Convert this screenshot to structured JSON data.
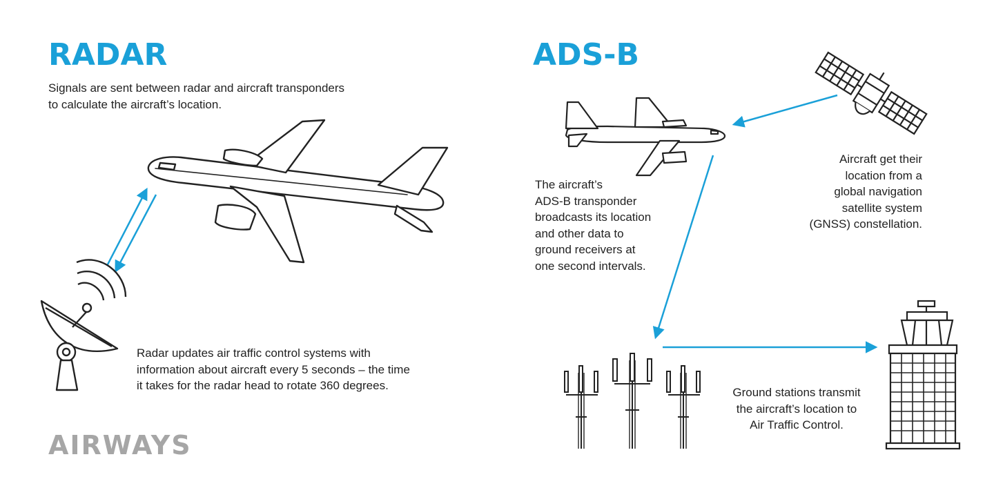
{
  "colors": {
    "accent": "#1aa0d8",
    "ink": "#222222",
    "logo": "#a6a6a6"
  },
  "radar": {
    "title": "RADAR",
    "intro": [
      "Signals are sent between radar and aircraft transponders",
      "to calculate the aircraft’s location."
    ],
    "update": [
      "Radar updates air traffic control systems with",
      "information about aircraft every 5 seconds – the time",
      "it takes for the radar head to rotate 360 degrees."
    ]
  },
  "adsb": {
    "title": "ADS-B",
    "transponder": [
      "The aircraft’s",
      "ADS-B transponder",
      "broadcasts its location",
      "and other data to",
      "ground receivers at",
      "one second intervals."
    ],
    "gnss": [
      "Aircraft get their",
      "location from a",
      "global navigation",
      "satellite system",
      "(GNSS) constellation."
    ],
    "ground": [
      "Ground stations transmit",
      "the aircraft’s location to",
      "Air Traffic Control."
    ]
  },
  "logo": {
    "text": "AIRWAYS"
  },
  "icons": [
    "airplane-icon",
    "radar-dish-icon",
    "satellite-icon",
    "cell-tower-icon",
    "control-tower-icon"
  ]
}
